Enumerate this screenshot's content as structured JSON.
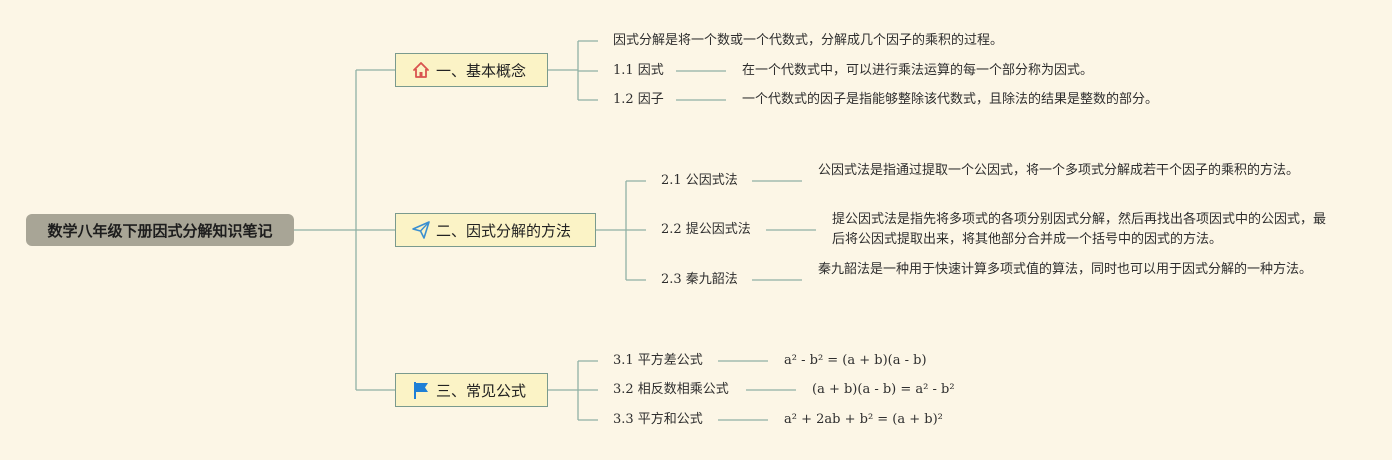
{
  "root": {
    "title": "数学八年级下册因式分解知识笔记"
  },
  "branches": [
    {
      "label": "一、基本概念",
      "icon": "home-icon",
      "intro": "因式分解是将一个数或一个代数式，分解成几个因子的乘积的过程。",
      "children": [
        {
          "label": "1.1 因式",
          "desc": "在一个代数式中，可以进行乘法运算的每一个部分称为因式。"
        },
        {
          "label": "1.2 因子",
          "desc": "一个代数式的因子是指能够整除该代数式，且除法的结果是整数的部分。"
        }
      ]
    },
    {
      "label": "二、因式分解的方法",
      "icon": "paper-plane-icon",
      "children": [
        {
          "label": "2.1 公因式法",
          "desc": "公因式法是指通过提取一个公因式，将一个多项式分解成若干个因子的乘积的方法。"
        },
        {
          "label": "2.2 提公因式法",
          "desc": "提公因式法是指先将多项式的各项分别因式分解，然后再找出各项因式中的公因式，最后将公因式提取出来，将其他部分合并成一个括号中的因式的方法。"
        },
        {
          "label": "2.3 秦九韶法",
          "desc": "秦九韶法是一种用于快速计算多项式值的算法，同时也可以用于因式分解的一种方法。"
        }
      ]
    },
    {
      "label": "三、常见公式",
      "icon": "flag-icon",
      "children": [
        {
          "label": "3.1 平方差公式",
          "desc": "a² - b² = (a + b)(a - b)"
        },
        {
          "label": "3.2 相反数相乘公式",
          "desc": "(a + b)(a - b) = a² - b²"
        },
        {
          "label": "3.3 平方和公式",
          "desc": "a² + 2ab + b² = (a + b)²"
        }
      ]
    }
  ],
  "colors": {
    "background": "#fcf6e6",
    "root": "#a8a596",
    "branch_fill": "#fbf3c6",
    "branch_border": "#7a9a8e",
    "connector": "#8fb1a5",
    "home_icon": "#d9534f",
    "plane_icon": "#3a8fd0",
    "flag_icon": "#1e7fd6"
  }
}
